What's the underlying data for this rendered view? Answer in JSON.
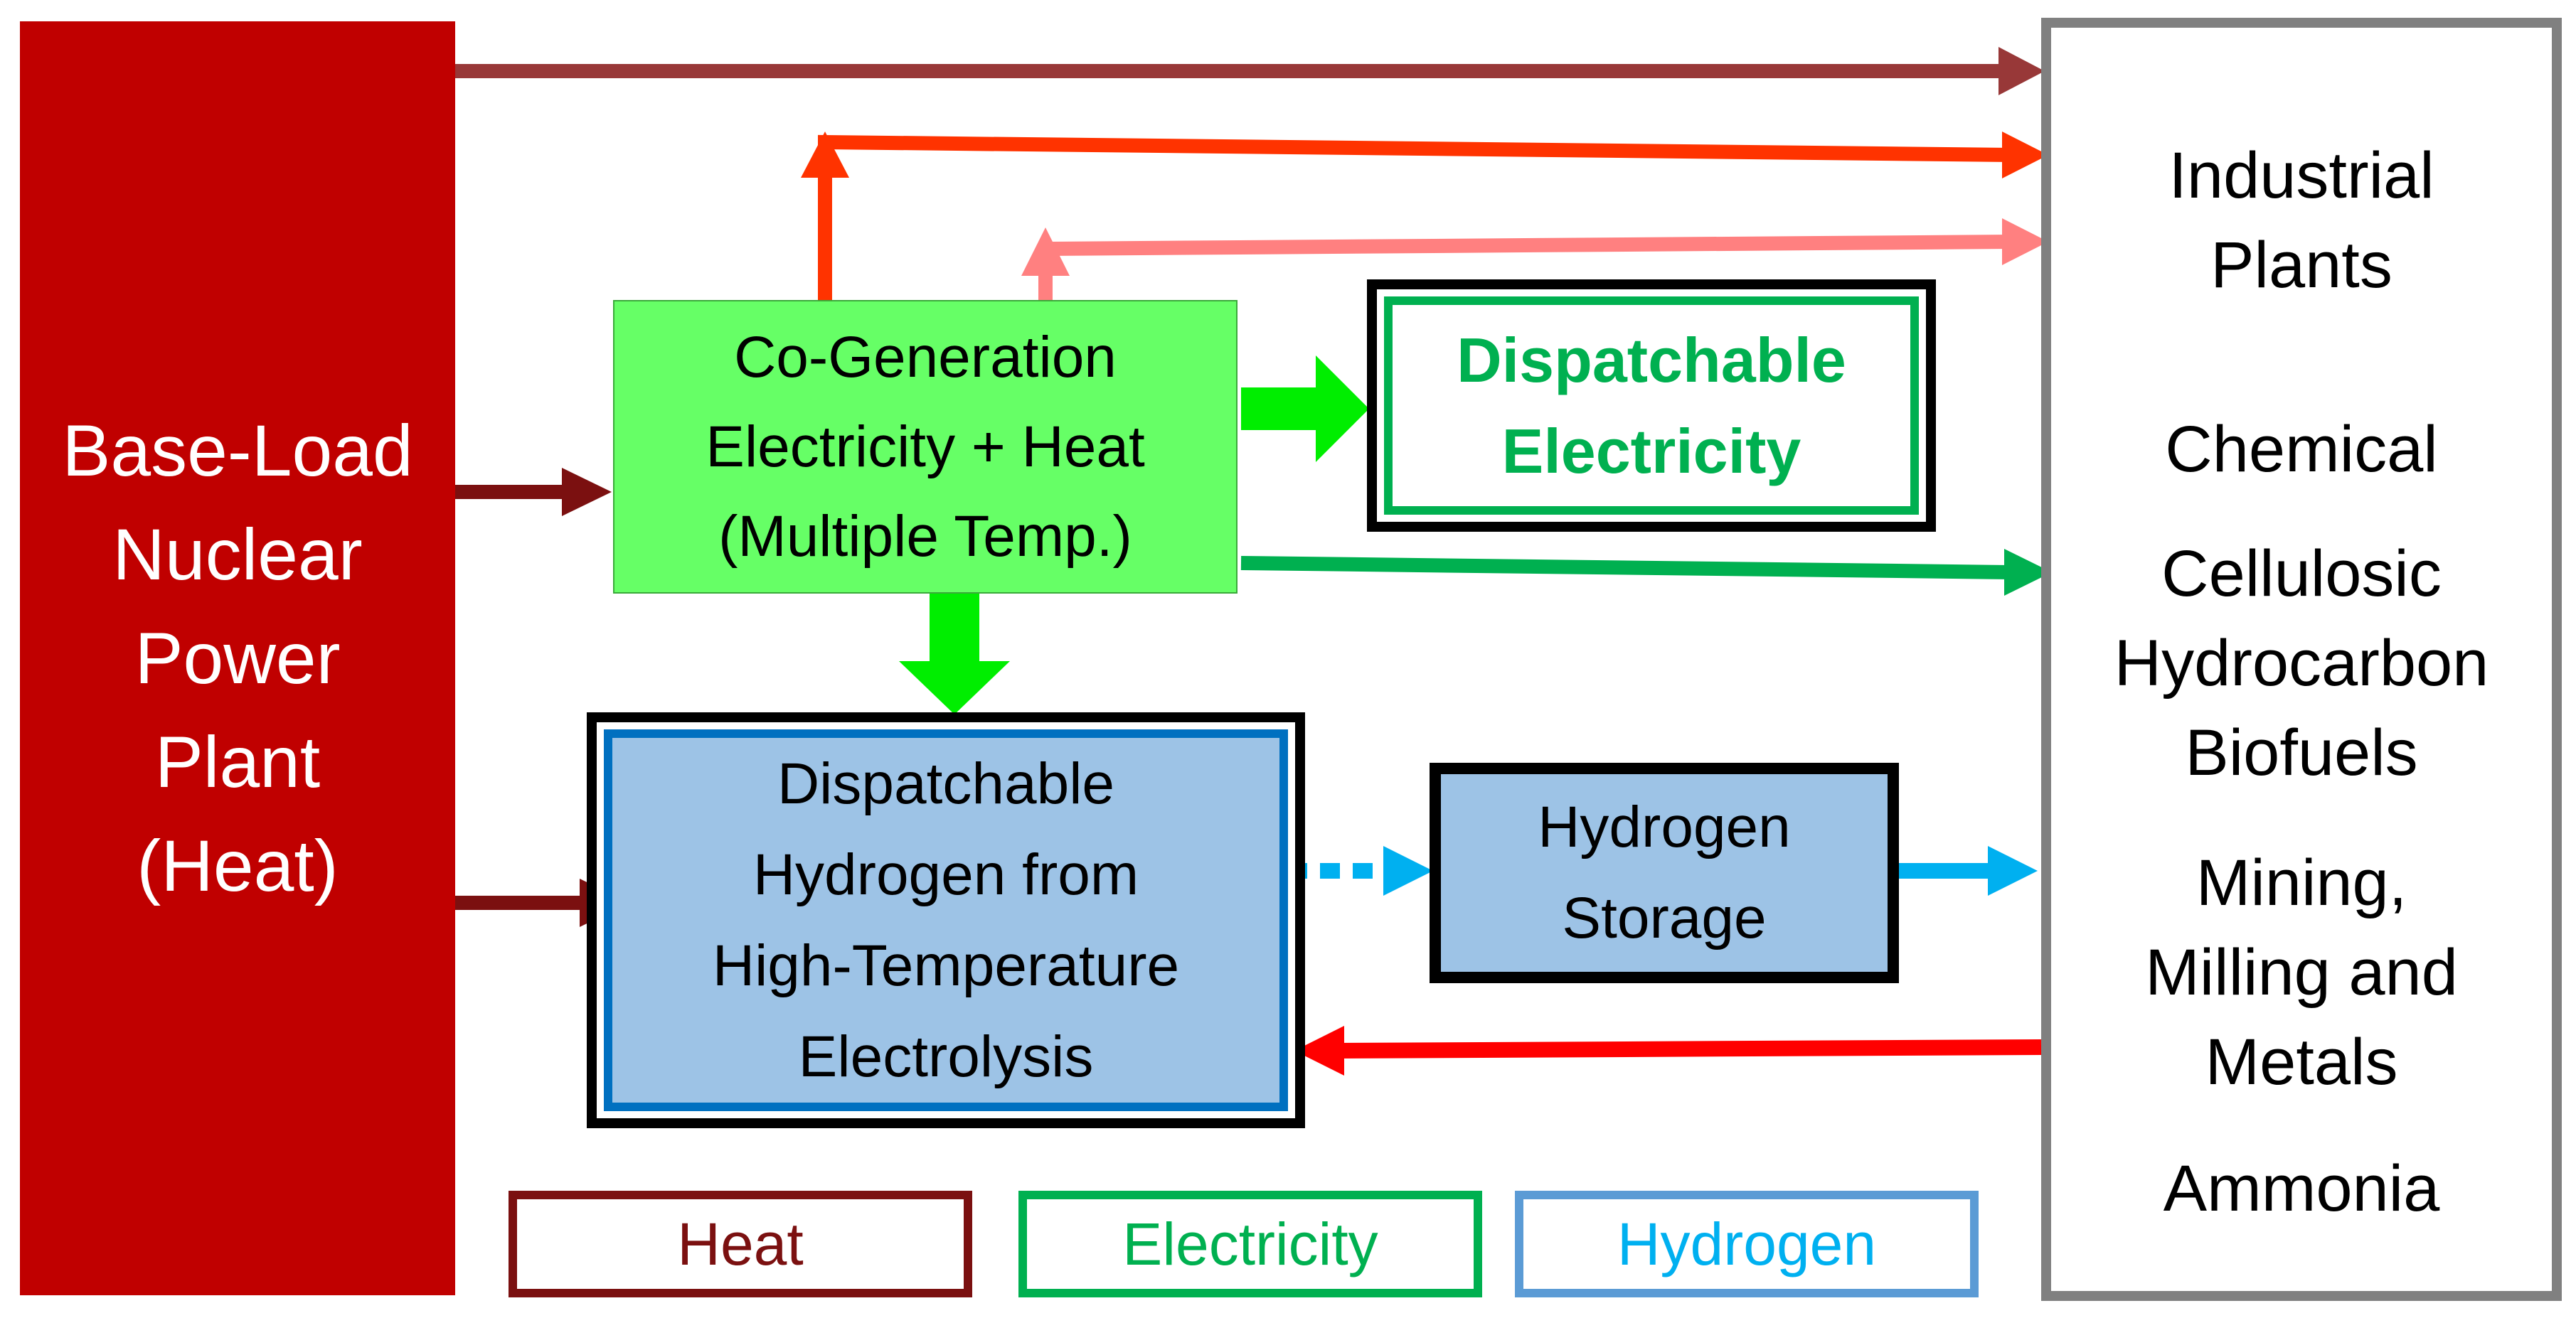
{
  "nuclear": {
    "lines": [
      "Base-Load",
      "Nuclear",
      "Power",
      "Plant",
      "(Heat)"
    ]
  },
  "cogen": {
    "lines": [
      "Co-Generation",
      "Electricity + Heat",
      "(Multiple Temp.)"
    ]
  },
  "dispatchable_electricity": {
    "lines": [
      "Dispatchable",
      "Electricity"
    ]
  },
  "hydrogen_electrolysis": {
    "lines": [
      "Dispatchable",
      "Hydrogen from",
      "High-Temperature",
      "Electrolysis"
    ]
  },
  "hydrogen_storage": {
    "lines": [
      "Hydrogen",
      "Storage"
    ]
  },
  "end_uses": {
    "industrial": [
      "Industrial",
      "Plants"
    ],
    "chemical": [
      "Chemical"
    ],
    "biofuels": [
      "Cellulosic",
      "Hydrocarbon",
      "Biofuels"
    ],
    "mining": [
      "Mining,",
      "Milling and",
      "Metals"
    ],
    "ammonia": [
      "Ammonia"
    ]
  },
  "legend": {
    "heat": "Heat",
    "electricity": "Electricity",
    "hydrogen": "Hydrogen"
  },
  "colors": {
    "nuclear_fill": "#c00000",
    "heat": "#8b1a1a",
    "heat_high": "#ff3300",
    "heat_low": "#ff8080",
    "heat_return": "#ff0000",
    "cogen_fill": "#66ff66",
    "electricity": "#00b050",
    "electricity_arrow": "#00ee00",
    "hydrogen_fill": "#9dc3e6",
    "hydrogen_border": "#0070c0",
    "hydrogen_flow": "#00b0f0",
    "legend_hydrogen": "#5b9bd5",
    "end_use_border": "#808080"
  }
}
